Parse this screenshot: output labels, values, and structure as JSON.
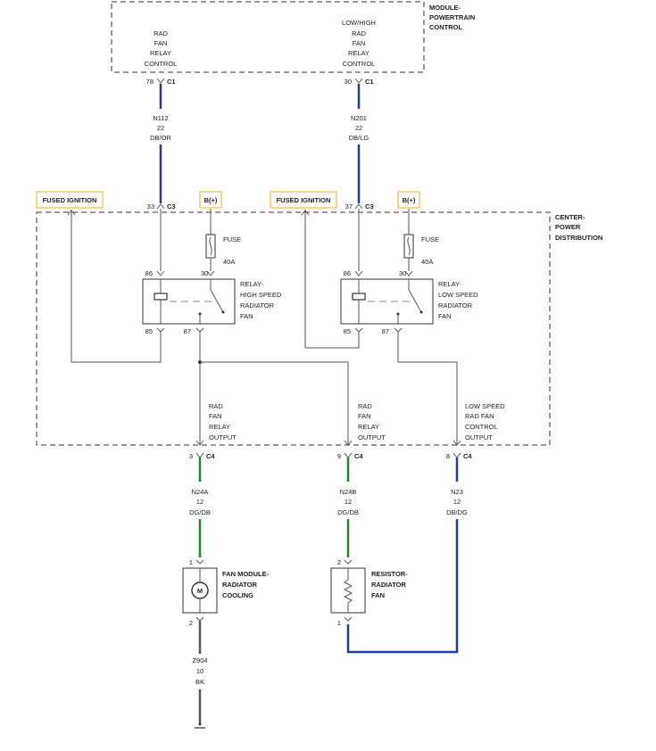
{
  "colors": {
    "purple": "#3c2d8f",
    "blue": "#1f3f99",
    "green": "#1c8a2a",
    "gray": "#555555",
    "label_border": "#f2c14e"
  },
  "modules": {
    "pcm": {
      "name": [
        "MODULE-",
        "POWERTRAIN",
        "CONTROL"
      ]
    },
    "cpd": {
      "name": [
        "CENTER-",
        "POWER",
        "DISTRIBUTION"
      ]
    }
  },
  "pcm_outputs": {
    "rad": [
      "RAD",
      "FAN",
      "RELAY",
      "CONTROL"
    ],
    "lowhigh": [
      "LOW/HIGH",
      "RAD",
      "FAN",
      "RELAY",
      "CONTROL"
    ]
  },
  "connectors": {
    "c1_78": {
      "pin": "78",
      "name": "C1"
    },
    "c1_30": {
      "pin": "30",
      "name": "C1"
    },
    "c3_33": {
      "pin": "33",
      "name": "C3"
    },
    "c3_37": {
      "pin": "37",
      "name": "C3"
    },
    "c4_3": {
      "pin": "3",
      "name": "C4"
    },
    "c4_9": {
      "pin": "9",
      "name": "C4"
    },
    "c4_8": {
      "pin": "8",
      "name": "C4"
    }
  },
  "wires": {
    "n112": [
      "N112",
      "22",
      "DB/OR"
    ],
    "n201": [
      "N201",
      "22",
      "DB/LG"
    ],
    "n24a": [
      "N24A",
      "12",
      "DG/DB"
    ],
    "n24b": [
      "N24B",
      "12",
      "DG/DB"
    ],
    "n23": [
      "N23",
      "12",
      "DB/DG"
    ],
    "z904": [
      "Z904",
      "10",
      "BK"
    ]
  },
  "labels": {
    "fused_ignition_1": "FUSED IGNITION",
    "fused_ignition_2": "FUSED IGNITION",
    "bplus_1": "B(+)",
    "bplus_2": "B(+)"
  },
  "fuses": {
    "fuse1": {
      "name": "FUSE",
      "rating": "40A"
    },
    "fuse2": {
      "name": "FUSE",
      "rating": "40A"
    }
  },
  "relays": {
    "high": {
      "name": [
        "RELAY-",
        "HIGH SPEED",
        "RADIATOR",
        "FAN"
      ],
      "pins": {
        "p86": "86",
        "p30": "30",
        "p85": "85",
        "p87": "87"
      }
    },
    "low": {
      "name": [
        "RELAY-",
        "LOW SPEED",
        "RADIATOR",
        "FAN"
      ],
      "pins": {
        "p86": "86",
        "p30": "30",
        "p85": "85",
        "p87": "87"
      }
    }
  },
  "outputs": {
    "out1": [
      "RAD",
      "FAN",
      "RELAY",
      "OUTPUT"
    ],
    "out2": [
      "RAD",
      "FAN",
      "RELAY",
      "OUTPUT"
    ],
    "out3": [
      "LOW SPEED",
      "RAD FAN",
      "CONTROL",
      "OUTPUT"
    ]
  },
  "components": {
    "fan_module": {
      "name": [
        "FAN MODULE-",
        "RADIATOR",
        "COOLING"
      ],
      "symbol": "M",
      "pin_top": "1",
      "pin_bottom": "2"
    },
    "resistor": {
      "name": [
        "RESISTOR-",
        "RADIATOR",
        "FAN"
      ],
      "pin_top": "2",
      "pin_bottom": "1"
    }
  }
}
